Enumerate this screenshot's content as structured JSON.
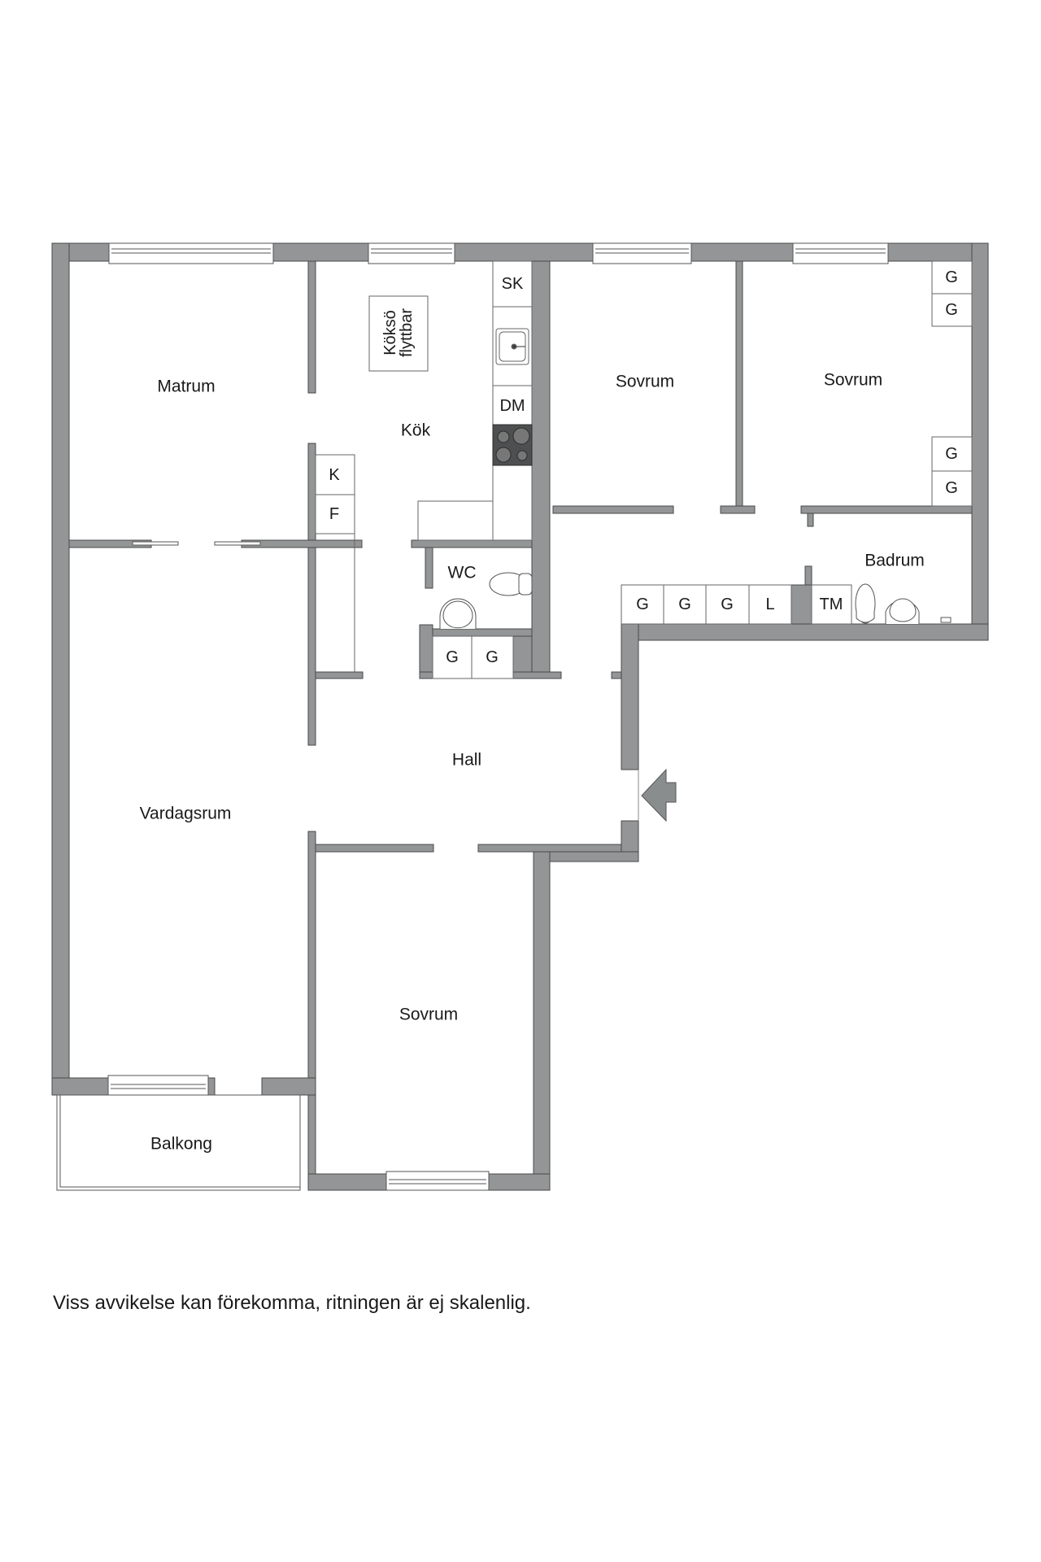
{
  "plan": {
    "colors": {
      "wall": "#939596",
      "wall_stroke": "#4a4a4a",
      "fixture_stroke": "#555555",
      "stove": "#4d4f50"
    },
    "rooms": {
      "matrum": "Matrum",
      "kok": "Kök",
      "sovrum_1": "Sovrum",
      "sovrum_2": "Sovrum",
      "sovrum_3": "Sovrum",
      "badrum": "Badrum",
      "wc": "WC",
      "hall": "Hall",
      "vardagsrum": "Vardagsrum",
      "balkong": "Balkong"
    },
    "kitchen": {
      "island_line1": "Köksö",
      "island_line2": "flyttbar",
      "sk": "SK",
      "dm": "DM",
      "k": "K",
      "f": "F"
    },
    "storage": {
      "sovrum2_wardrobes": [
        "G",
        "G",
        "G",
        "G"
      ],
      "wc_closets": [
        "G",
        "G"
      ],
      "hall_closets": [
        "G",
        "G",
        "G",
        "L"
      ],
      "badrum_tm": "TM"
    },
    "entrance": "entrance-arrow"
  },
  "caption": "Viss avvikelse kan förekomma, ritningen är ej skalenlig."
}
